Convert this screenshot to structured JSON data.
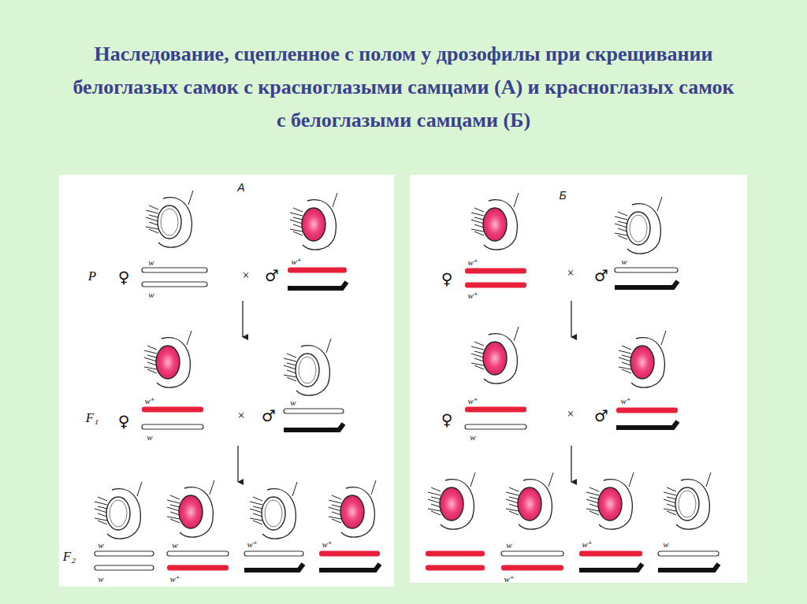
{
  "diagram": {
    "title": "Наследование, сцепленное с полом у дрозофилы при скрещивании белоглазых самок с красноглазыми самцами (А) и красноглазых самок с белоглазыми самцами (Б)",
    "labels": [
      "А",
      "P",
      "♀",
      "w",
      "w",
      "×",
      "♂",
      "w⁺",
      "F₁",
      "♀",
      "w⁺",
      "w",
      "×",
      "♂",
      "w",
      "F₂",
      "w",
      "w",
      "w",
      "w⁺",
      "w⁺",
      "w⁺",
      "Б",
      "♀",
      "w⁺",
      "w⁺",
      "×",
      "♂",
      "w",
      "♀",
      "w⁺",
      "w",
      "×",
      "♂",
      "w⁺",
      "w",
      "w⁺",
      "w⁺",
      "w"
    ]
  }
}
